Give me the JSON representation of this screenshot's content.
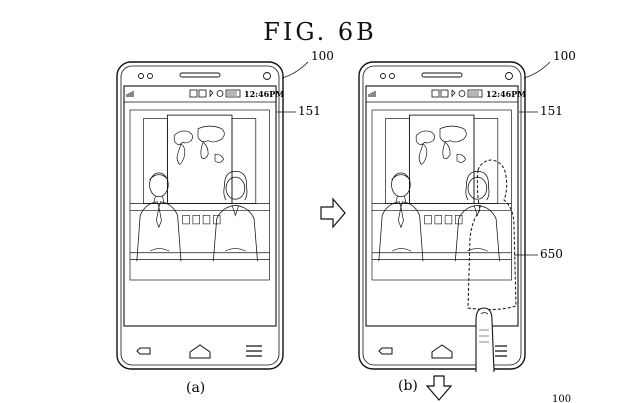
{
  "figure": {
    "title": "FIG.  6B"
  },
  "panels": [
    {
      "caption": "(a)",
      "device_ref": "100",
      "screen_ref": "151",
      "status": {
        "time": "12:46PM",
        "icons": [
          "signal-icon",
          "message-icon",
          "wifi-icon",
          "bluetooth-icon",
          "alarm-icon",
          "battery-icon"
        ]
      }
    },
    {
      "caption": "(b)",
      "device_ref": "100",
      "screen_ref": "151",
      "selection_ref": "650",
      "status": {
        "time": "12:46PM",
        "icons": [
          "signal-icon",
          "message-icon",
          "wifi-icon",
          "bluetooth-icon",
          "alarm-icon",
          "battery-icon"
        ]
      }
    }
  ],
  "footer": {
    "partial_ref": "100"
  },
  "icons": {
    "transition_arrow": "right-arrow-icon",
    "down_arrow": "down-arrow-icon"
  },
  "colors": {
    "line": "#111111",
    "background": "#ffffff"
  }
}
